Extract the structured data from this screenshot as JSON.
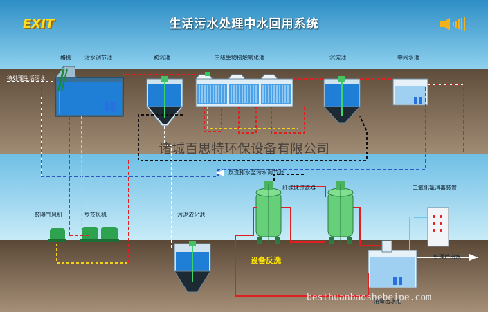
{
  "header": {
    "title": "生活污水处理中水回用系统",
    "exit_label": "EXIT"
  },
  "labels": {
    "grille": "格栅",
    "equalization_tank": "污水调节池",
    "primary_settling": "初沉池",
    "bio_contact_oxidation": "三级生物接触氧化池",
    "settling_tank": "沉淀池",
    "intermediate_tank": "中间水池",
    "domestic_inlet": "待处理生活污水",
    "blower_aerator": "鼓曝气风机",
    "roots_blower": "罗茨风机",
    "sludge_thickener": "污泥浓化池",
    "backwash_return": "反洗排水至污水调节池",
    "fiber_ball_filter": "纤维球过滤器",
    "chlorine_dioxide": "二氧化氯消毒装置",
    "treated_outlet": "处理后出水",
    "disinfection_tank": "消毒出水池",
    "backwash_button": "设备反洗"
  },
  "watermarks": {
    "company": "诸城百思特环保设备有限公司",
    "website": "besthuanbaoshebeipe.com"
  },
  "icons": {
    "sound": "speaker-icon",
    "exit": "exit-icon"
  },
  "colors": {
    "sky": "#5fb3e0",
    "ground": "#7f6a55",
    "water": "#1f7fd6",
    "equipment_green": "#59c26a",
    "pipe_red": "#e02020",
    "pipe_yellow": "#f3d21a",
    "pipe_white": "#ffffff",
    "pipe_black": "#111111",
    "pipe_blue": "#2d58c8"
  }
}
